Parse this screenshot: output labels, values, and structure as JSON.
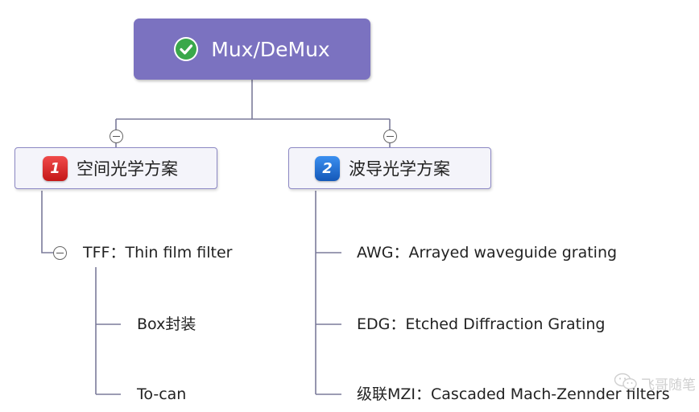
{
  "root": {
    "title": "Mux/DeMux",
    "icon": "check-circle-icon"
  },
  "branches": [
    {
      "number": "1",
      "label": "空间光学方案",
      "badge_color": "#e02a2a",
      "leaves": [
        {
          "text": "TFF：Thin film filter",
          "children": [
            "Box封装",
            "To-can"
          ]
        }
      ]
    },
    {
      "number": "2",
      "label": "波导光学方案",
      "badge_color": "#1e6fd6",
      "leaves": [
        {
          "text": "AWG：Arrayed waveguide grating"
        },
        {
          "text": "EDG：Etched Diffraction Grating"
        },
        {
          "text": "级联MZI：Cascaded Mach-Zennder  filters"
        }
      ]
    }
  ],
  "watermark": {
    "text": "飞哥随笔",
    "icon": "wechat-icon"
  },
  "colors": {
    "root_fill": "#7b72c0",
    "branch_border": "#8c88c4",
    "branch_fill": "#f4f4fa",
    "connector": "#7b7b9a"
  }
}
